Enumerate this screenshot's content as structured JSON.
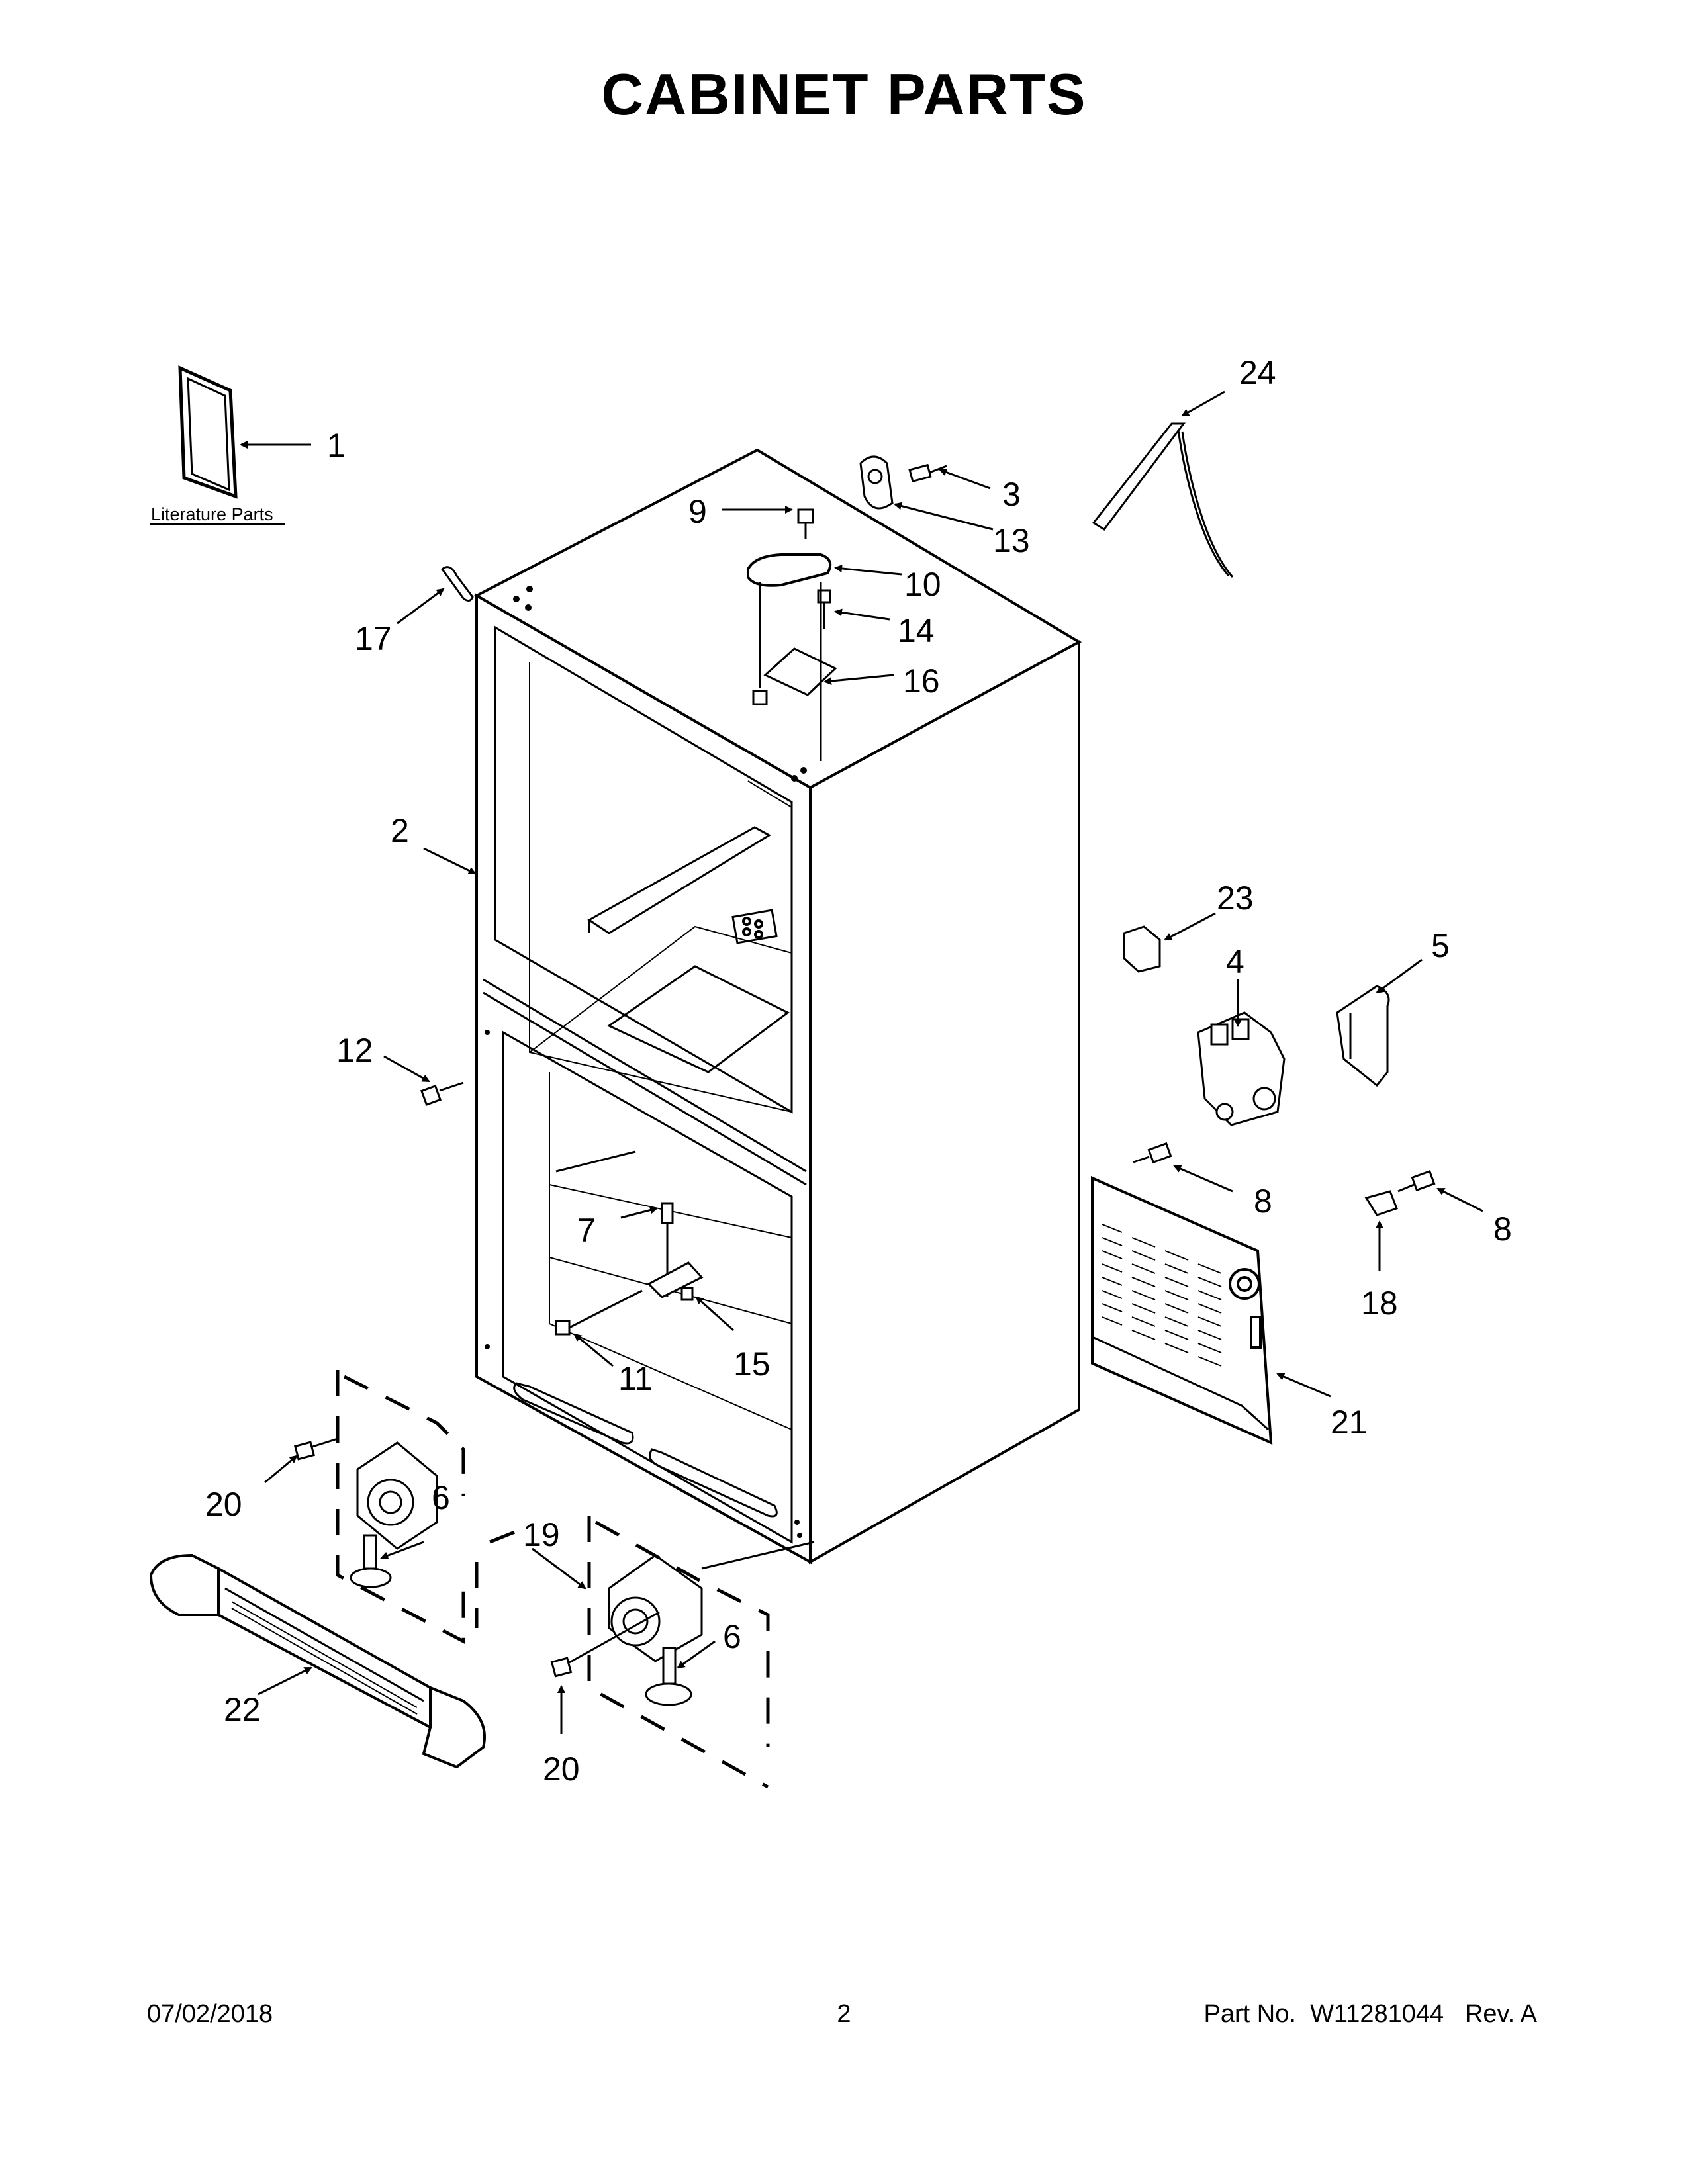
{
  "title": "CABINET PARTS",
  "literature_label": "Literature Parts",
  "callouts": {
    "c1": "1",
    "c2": "2",
    "c3": "3",
    "c4": "4",
    "c5": "5",
    "c6a": "6",
    "c6b": "6",
    "c7": "7",
    "c8a": "8",
    "c8b": "8",
    "c9": "9",
    "c10": "10",
    "c11": "11",
    "c12": "12",
    "c13": "13",
    "c14": "14",
    "c15": "15",
    "c16": "16",
    "c17": "17",
    "c18": "18",
    "c19": "19",
    "c20a": "20",
    "c20b": "20",
    "c21": "21",
    "c22": "22",
    "c23": "23",
    "c24": "24"
  },
  "footer": {
    "date": "07/02/2018",
    "page": "2",
    "part_prefix": "Part No.",
    "part_number": "W11281044",
    "revision": "Rev. A"
  }
}
